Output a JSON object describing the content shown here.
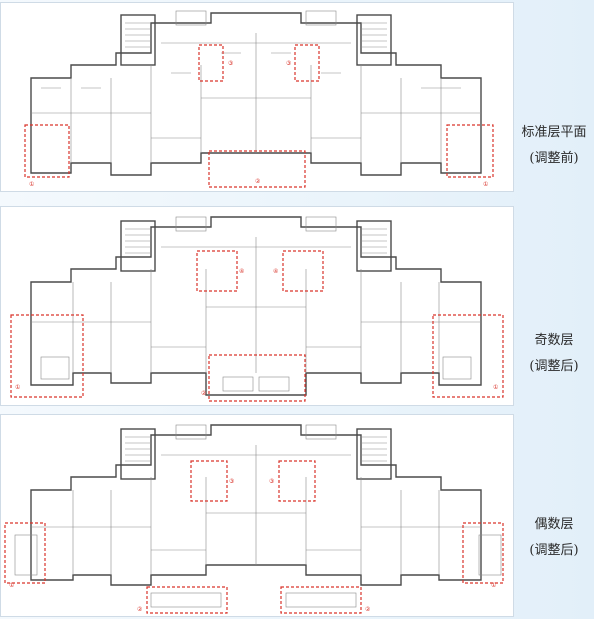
{
  "panels": [
    {
      "caption_line1": "标准层平面",
      "caption_line2": "(调整前)",
      "markers": [
        "①",
        "②",
        "③",
        "③",
        "①"
      ]
    },
    {
      "caption_line1": "奇数层",
      "caption_line2": "(调整后)",
      "markers": [
        "①",
        "②",
        "④",
        "④",
        "①"
      ]
    },
    {
      "caption_line1": "偶数层",
      "caption_line2": "(调整后)",
      "markers": [
        "①",
        "②",
        "③",
        "③",
        "②",
        "①"
      ]
    }
  ],
  "colors": {
    "marker": "#d9342b",
    "wall": "#4a4a4a",
    "background": "#e9f3fb"
  }
}
